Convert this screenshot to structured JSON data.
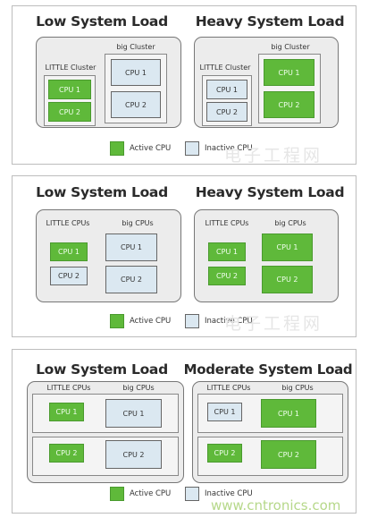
{
  "panels": [
    {
      "left": {
        "title": "Low System Load",
        "little": {
          "label": "LITTLE Cluster",
          "cpus": [
            {
              "label": "CPU 1",
              "state": "active"
            },
            {
              "label": "CPU 2",
              "state": "active"
            }
          ]
        },
        "big": {
          "label": "big Cluster",
          "cpus": [
            {
              "label": "CPU 1",
              "state": "inactive"
            },
            {
              "label": "CPU 2",
              "state": "inactive"
            }
          ]
        }
      },
      "right": {
        "title": "Heavy System Load",
        "little": {
          "label": "LITTLE Cluster",
          "cpus": [
            {
              "label": "CPU 1",
              "state": "inactive"
            },
            {
              "label": "CPU 2",
              "state": "inactive"
            }
          ]
        },
        "big": {
          "label": "big Cluster",
          "cpus": [
            {
              "label": "CPU 1",
              "state": "active"
            },
            {
              "label": "CPU 2",
              "state": "active"
            }
          ]
        }
      },
      "legend": {
        "active": "Active CPU",
        "inactive": "Inactive CPU"
      }
    },
    {
      "left": {
        "title": "Low System Load",
        "little": {
          "label": "LITTLE CPUs",
          "cpus": [
            {
              "label": "CPU 1",
              "state": "active"
            },
            {
              "label": "CPU 2",
              "state": "inactive"
            }
          ]
        },
        "big": {
          "label": "big CPUs",
          "cpus": [
            {
              "label": "CPU 1",
              "state": "inactive"
            },
            {
              "label": "CPU 2",
              "state": "inactive"
            }
          ]
        }
      },
      "right": {
        "title": "Heavy System Load",
        "little": {
          "label": "LITTLE CPUs",
          "cpus": [
            {
              "label": "CPU 1",
              "state": "active"
            },
            {
              "label": "CPU 2",
              "state": "active"
            }
          ]
        },
        "big": {
          "label": "big CPUs",
          "cpus": [
            {
              "label": "CPU 1",
              "state": "active"
            },
            {
              "label": "CPU 2",
              "state": "active"
            }
          ]
        }
      },
      "legend": {
        "active": "Active CPU",
        "inactive": "Inactive CPU"
      }
    },
    {
      "left": {
        "title": "Low System Load",
        "little_label": "LITTLE CPUs",
        "big_label": "big CPUs",
        "pairs": [
          {
            "little": {
              "label": "CPU 1",
              "state": "active"
            },
            "big": {
              "label": "CPU 1",
              "state": "inactive"
            }
          },
          {
            "little": {
              "label": "CPU 2",
              "state": "active"
            },
            "big": {
              "label": "CPU 2",
              "state": "inactive"
            }
          }
        ]
      },
      "right": {
        "title": "Moderate System Load",
        "little_label": "LITTLE CPUs",
        "big_label": "big CPUs",
        "pairs": [
          {
            "little": {
              "label": "CPU 1",
              "state": "inactive"
            },
            "big": {
              "label": "CPU 1",
              "state": "active"
            }
          },
          {
            "little": {
              "label": "CPU 2",
              "state": "active"
            },
            "big": {
              "label": "CPU 2",
              "state": "active"
            }
          }
        ]
      },
      "legend": {
        "active": "Active CPU",
        "inactive": "Inactive CPU"
      }
    }
  ],
  "watermarks": {
    "site_cn": "电子工程网",
    "site_url": "www.cntronics.com"
  }
}
